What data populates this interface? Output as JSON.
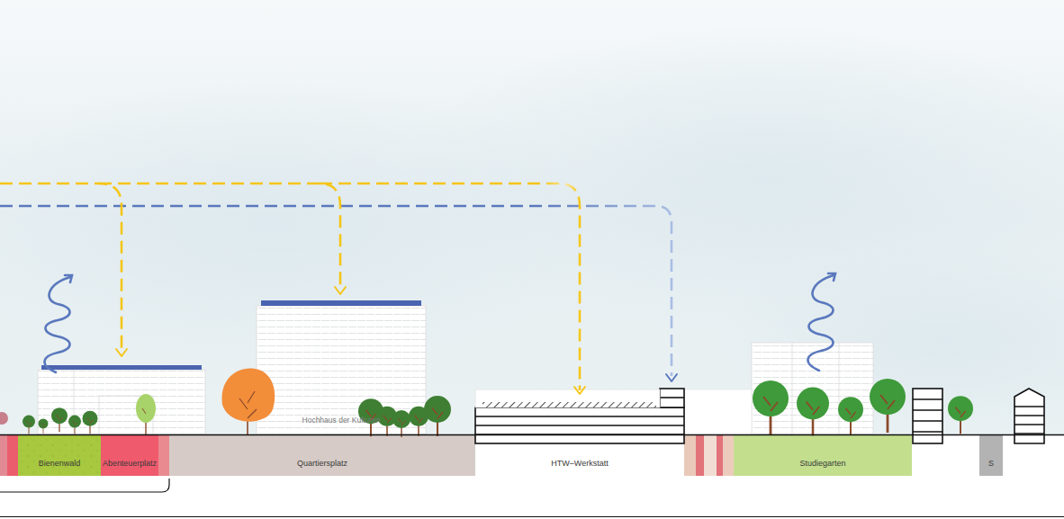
{
  "diagram": {
    "nodes": [
      {
        "text": [
          "Bienenwald"
        ]
      },
      {
        "text": [
          "Abenteuerplatz"
        ]
      },
      {
        "text": [
          "Hochhaus der Kulturen"
        ]
      },
      {
        "text": [
          "Quartiersplatz"
        ]
      },
      {
        "text": [
          "HTW–Werkstatt"
        ]
      },
      {
        "text": [
          "Studiegarten"
        ]
      },
      {
        "text": [
          "S"
        ]
      }
    ]
  }
}
